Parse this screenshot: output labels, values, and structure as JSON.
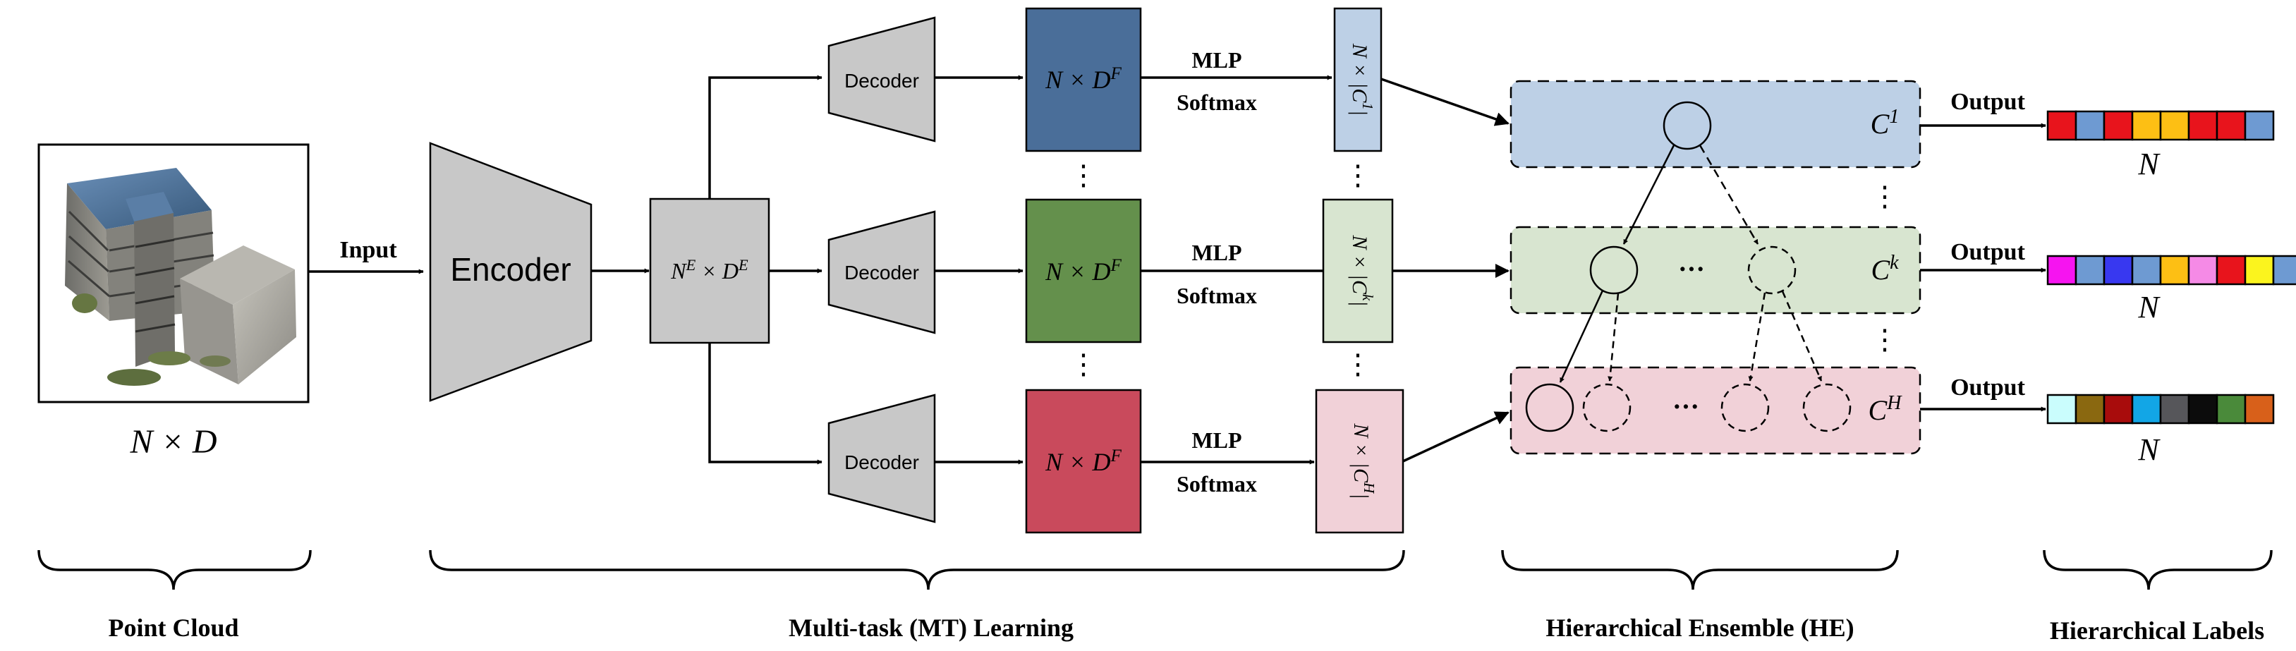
{
  "input": {
    "dims": "N × D",
    "arrow_label": "Input"
  },
  "encoder": {
    "label": "Encoder",
    "feature_dims": "N^E × D^E"
  },
  "decoders": [
    {
      "label": "Decoder",
      "feature_dims": "N × D^F",
      "mlp": "MLP",
      "softmax": "Softmax",
      "output_dims": "N × |C^1|",
      "color": "#4a6e99"
    },
    {
      "label": "Decoder",
      "feature_dims": "N × D^F",
      "mlp": "MLP",
      "softmax": "Softmax",
      "output_dims": "N × |C^k|",
      "color": "#64904c"
    },
    {
      "label": "Decoder",
      "feature_dims": "N × D^F",
      "mlp": "MLP",
      "softmax": "Softmax",
      "output_dims": "N × |C^H|",
      "color": "#c94a5c"
    }
  ],
  "ensemble": {
    "levels": [
      {
        "label": "C^1",
        "color": "#bdd0e6"
      },
      {
        "label": "C^k",
        "color": "#d8e5d0"
      },
      {
        "label": "C^H",
        "color": "#f1d1d8"
      }
    ],
    "ellipsis": "···"
  },
  "outputs": [
    {
      "label": "Output",
      "n": "N",
      "colors": [
        "#e8141c",
        "#6e9ad2",
        "#e8141c",
        "#fdbf14",
        "#fdbf14",
        "#e8141c",
        "#e8141c",
        "#6e9ad2"
      ]
    },
    {
      "label": "Output",
      "n": "N",
      "colors": [
        "#f614f0",
        "#6e9ad2",
        "#3838f0",
        "#6e9ad2",
        "#fdbf14",
        "#f58ae6",
        "#e8141c",
        "#fbf41e",
        "#6e9ad2"
      ]
    },
    {
      "label": "Output",
      "n": "N",
      "colors": [
        "#cafdfd",
        "#8a6810",
        "#a80c0c",
        "#12a6e6",
        "#56565a",
        "#0c0c0c",
        "#4a8a3a",
        "#d8601a"
      ]
    }
  ],
  "sections": {
    "point_cloud": "Point Cloud",
    "mt": "Multi-task (MT) Learning",
    "he": "Hierarchical Ensemble (HE)",
    "labels": "Hierarchical Labels"
  },
  "vertical_dots": "⋮"
}
